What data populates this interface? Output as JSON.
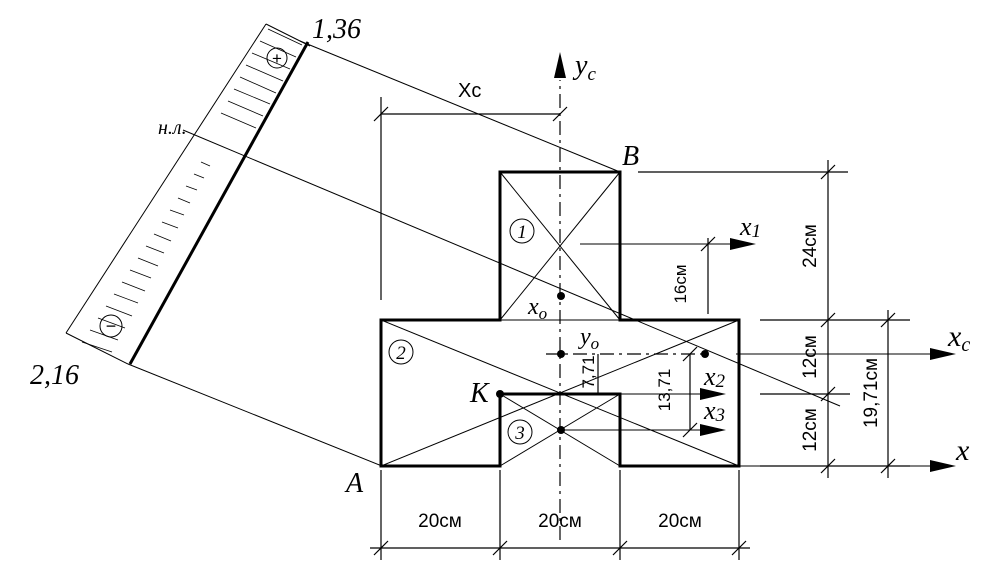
{
  "labels": {
    "stress_top": "1,36",
    "stress_bottom": "2,16",
    "plus_sign": "+",
    "minus_sign": "−",
    "neutral_line": "н.л.",
    "yc_letter": "y",
    "yc_sub": "c",
    "xc_top": "Xc",
    "point_b": "B",
    "point_a": "A",
    "point_k": "K",
    "x1_letter": "x",
    "x1_sub": "1",
    "x2_letter": "x",
    "x2_sub": "2",
    "x3_letter": "x",
    "x3_sub": "3",
    "xc_letter": "x",
    "xc_sub": "c",
    "x_axis": "x",
    "xo_letter": "x",
    "xo_sub": "o",
    "yo_letter": "y",
    "yo_sub": "o",
    "part1": "1",
    "part2": "2",
    "part3": "3"
  },
  "dimensions": {
    "w_left": "20см",
    "w_mid": "20см",
    "w_right": "20см",
    "h_24": "24см",
    "h_12_upper": "12см",
    "h_12_lower": "12см",
    "h_16": "16см",
    "h_19_71": "19,71см",
    "h_13_71": "13,71",
    "h_7_71": "7,71"
  },
  "colors": {
    "line": "#000000",
    "background": "#ffffff"
  }
}
